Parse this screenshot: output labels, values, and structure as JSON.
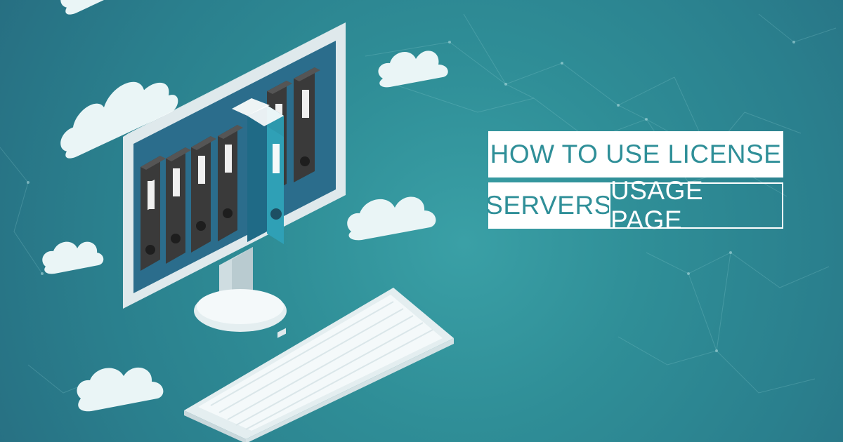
{
  "title": {
    "line1": "HOW TO USE LICENSE",
    "line2_left": "SERVERS",
    "line2_right": "USAGE PAGE"
  },
  "colors": {
    "background": "#2f8e97",
    "accent_text": "#2f8f98",
    "box_white": "#ffffff",
    "binder_dark": "#3a3a3a",
    "binder_highlight": "#2f8fa0"
  },
  "icons": {
    "clouds": "cloud-icon",
    "monitor": "monitor-icon",
    "binders": "binder-icon",
    "keyboard": "keyboard-icon"
  }
}
